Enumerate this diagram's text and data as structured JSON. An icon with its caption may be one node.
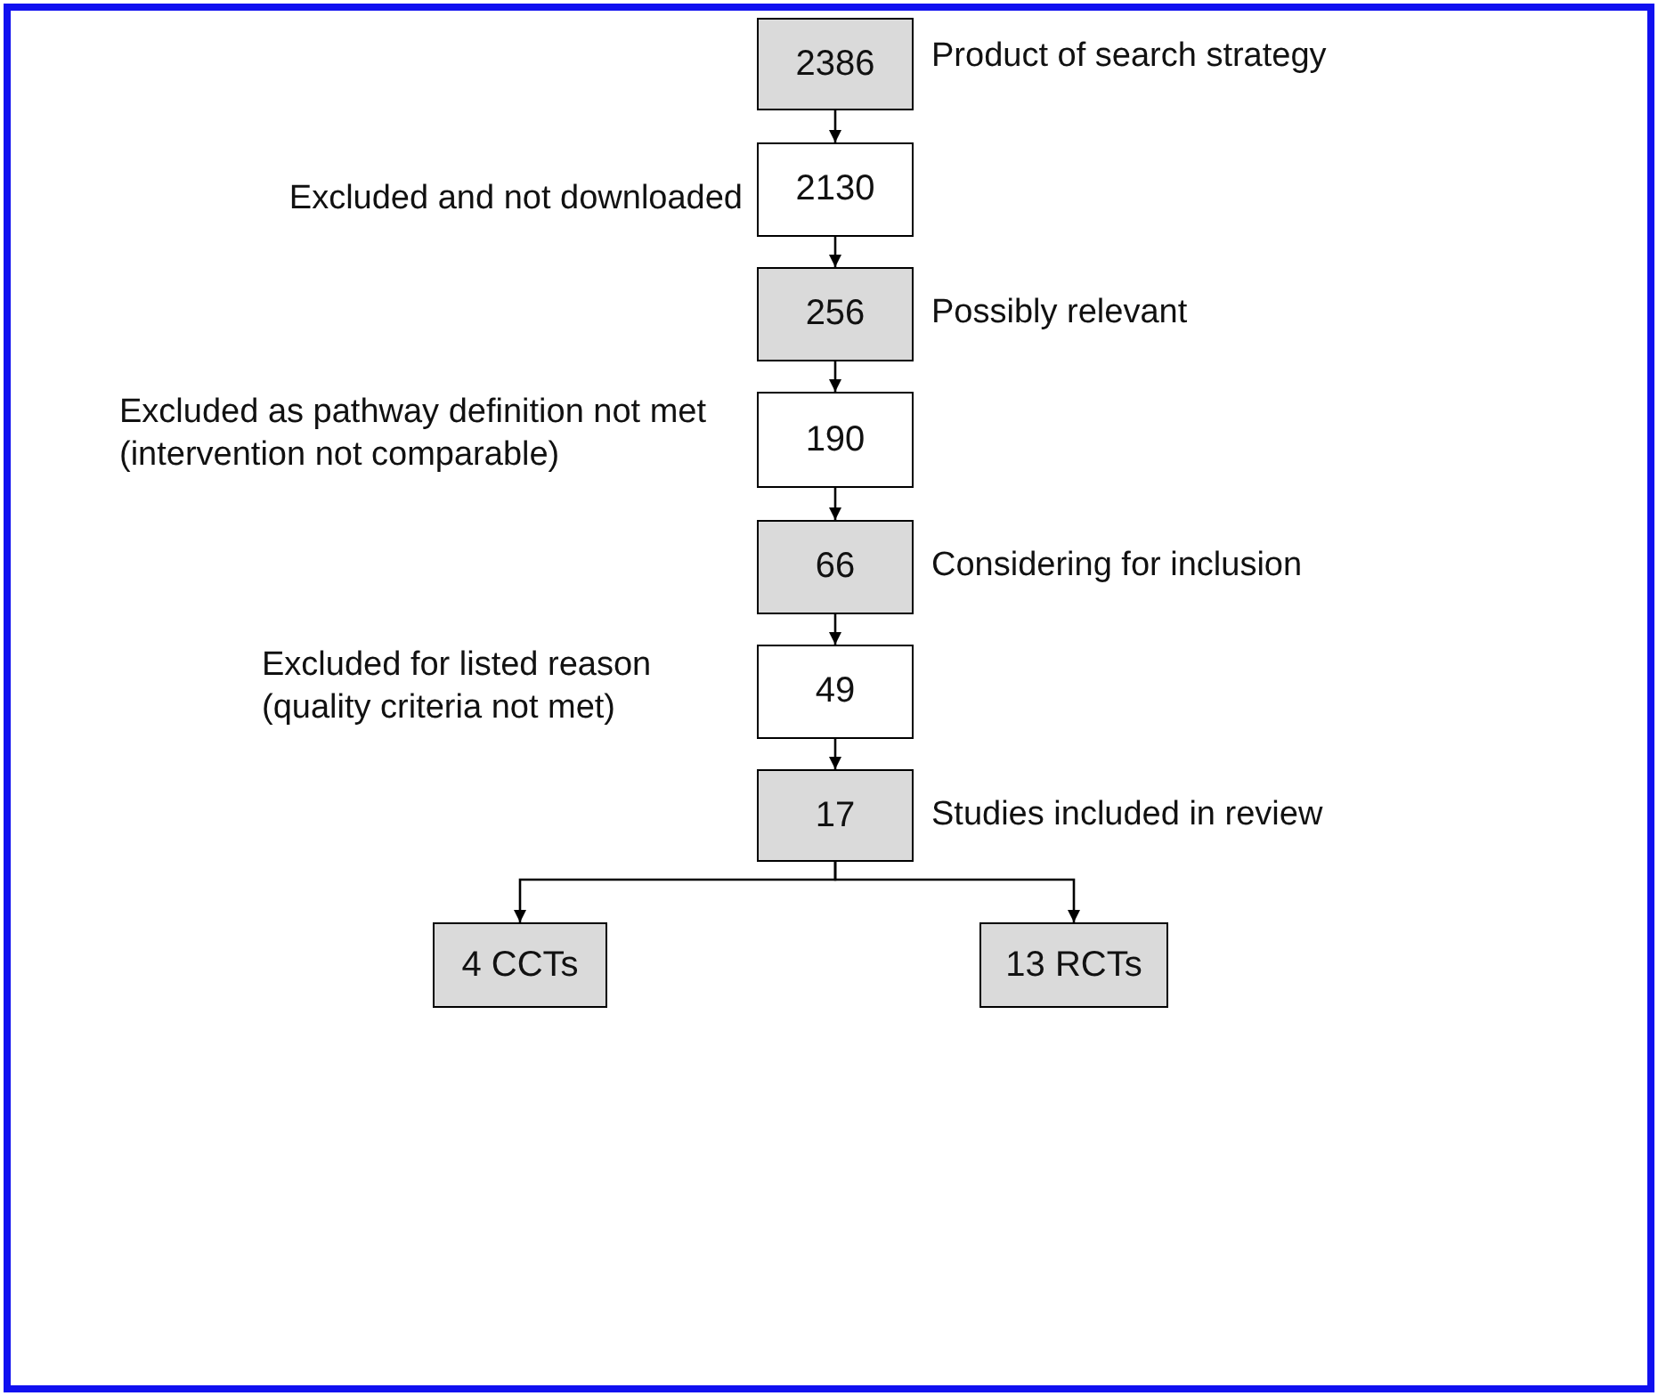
{
  "diagram": {
    "nodes": [
      {
        "text": [
          "2386"
        ],
        "beside": [
          "Product of search strategy"
        ]
      },
      {
        "text": [
          "2130"
        ],
        "beside": [
          "Excluded and not downloaded"
        ]
      },
      {
        "text": [
          "256"
        ],
        "beside": [
          "Possibly relevant"
        ]
      },
      {
        "text": [
          "190"
        ],
        "beside": [
          "Excluded as pathway definition not met (intervention not comparable)"
        ]
      },
      {
        "text": [
          "66"
        ],
        "beside": [
          "Considering for inclusion"
        ]
      },
      {
        "text": [
          "49"
        ],
        "beside": [
          "Excluded for listed reason (quality criteria not met)"
        ]
      },
      {
        "text": [
          "17"
        ],
        "beside": [
          "Studies included in review"
        ]
      },
      {
        "text": [
          "4 CCTs"
        ]
      },
      {
        "text": [
          "13 RCTs"
        ]
      }
    ],
    "edges": [
      {
        "from": 0,
        "to": 1,
        "arrow": "to"
      },
      {
        "from": 1,
        "to": 2,
        "arrow": "to"
      },
      {
        "from": 2,
        "to": 3,
        "arrow": "to"
      },
      {
        "from": 3,
        "to": 4,
        "arrow": "to"
      },
      {
        "from": 4,
        "to": 5,
        "arrow": "to"
      },
      {
        "from": 5,
        "to": 6,
        "arrow": "to"
      },
      {
        "from": 6,
        "to": 7,
        "arrow": "to"
      },
      {
        "from": 6,
        "to": 8,
        "arrow": "to"
      }
    ]
  }
}
